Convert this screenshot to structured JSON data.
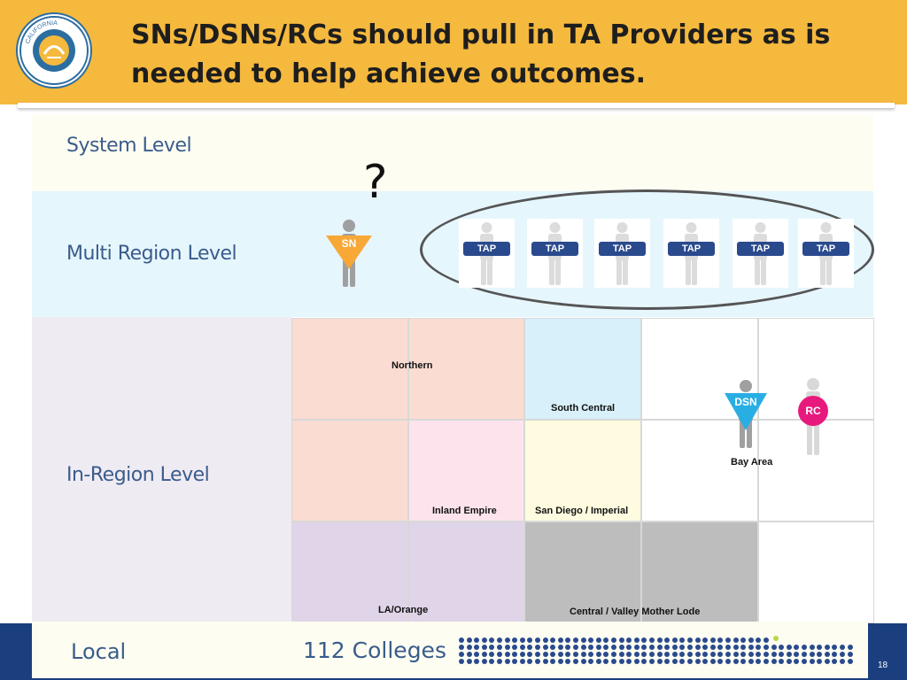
{
  "slide": {
    "title": "SNs/DSNs/RCs should pull in TA Providers as is needed to help achieve outcomes.",
    "page_number": "18",
    "logo_text": "CALIFORNIA COMMUNITY COLLEGES"
  },
  "levels": {
    "system": "System Level",
    "multi_region": "Multi Region Level",
    "in_region": "In-Region Level"
  },
  "question_mark": "?",
  "people": {
    "sn": "SN",
    "dsn": "DSN",
    "rc": "RC",
    "tap_label": "TAP",
    "tap_count": 6
  },
  "regions": {
    "northern": "Northern",
    "south_central": "South Central",
    "bay_area": "Bay Area",
    "inland_empire": "Inland Empire",
    "san_diego": "San Diego / Imperial",
    "la_orange": "LA/Orange",
    "central_valley": "Central / Valley Mother Lode"
  },
  "footer": {
    "local": "Local",
    "colleges": "112 Colleges"
  },
  "colors": {
    "header": "#f5b93e",
    "footer_bar": "#1b3f7e",
    "sn": "#f7a836",
    "dsn": "#29aee3",
    "rc": "#e8197d",
    "tap": "#2a4a8e",
    "label_text": "#3a5c8c"
  }
}
